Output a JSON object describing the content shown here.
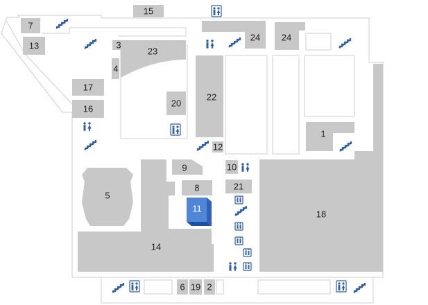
{
  "map": {
    "colors": {
      "unit": "#c8c8c8",
      "selected_front": "#4f86d6",
      "selected_side": "#2f62b8",
      "selected_top": "#7aa6e6",
      "icon": "#2f5fa8",
      "outline": "#cfcfcf"
    },
    "selected_store": "11",
    "units": [
      {
        "id": "u1",
        "label": "1"
      },
      {
        "id": "u2",
        "label": "2"
      },
      {
        "id": "u3",
        "label": "3"
      },
      {
        "id": "u4",
        "label": "4"
      },
      {
        "id": "u5",
        "label": "5"
      },
      {
        "id": "u6",
        "label": "6"
      },
      {
        "id": "u7",
        "label": "7"
      },
      {
        "id": "u8",
        "label": "8"
      },
      {
        "id": "u9",
        "label": "9"
      },
      {
        "id": "u10",
        "label": "10"
      },
      {
        "id": "u11",
        "label": "11"
      },
      {
        "id": "u12",
        "label": "12"
      },
      {
        "id": "u13",
        "label": "13"
      },
      {
        "id": "u14",
        "label": "14"
      },
      {
        "id": "u15",
        "label": "15"
      },
      {
        "id": "u16",
        "label": "16"
      },
      {
        "id": "u17",
        "label": "17"
      },
      {
        "id": "u18",
        "label": "18"
      },
      {
        "id": "u19",
        "label": "19"
      },
      {
        "id": "u20",
        "label": "20"
      },
      {
        "id": "u21",
        "label": "21"
      },
      {
        "id": "u22",
        "label": "22"
      },
      {
        "id": "u23",
        "label": "23"
      },
      {
        "id": "u24a",
        "label": "24"
      },
      {
        "id": "u24b",
        "label": "24"
      }
    ],
    "icons": {
      "escalator": "escalator-icon",
      "restroom": "restroom-icon",
      "elevator": "elevator-icon"
    }
  }
}
